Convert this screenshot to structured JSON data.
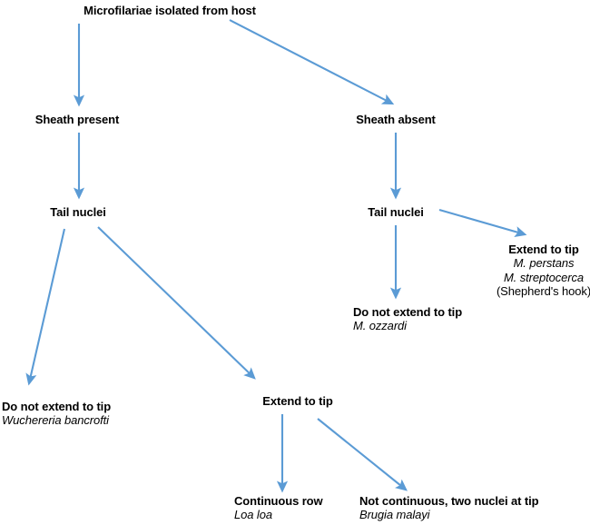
{
  "diagram": {
    "type": "flowchart",
    "orientation": "top-down",
    "accent_color": "#5b9bd5",
    "text_color": "#000000",
    "background_color": "#ffffff",
    "nodes": [
      {
        "id": "root",
        "title": "Microfilariae isolated from host",
        "species": "",
        "note": ""
      },
      {
        "id": "sheath-present",
        "title": "Sheath present",
        "species": "",
        "note": ""
      },
      {
        "id": "sheath-absent",
        "title": "Sheath absent",
        "species": "",
        "note": ""
      },
      {
        "id": "tail-nuclei-left",
        "title": "Tail nuclei",
        "species": "",
        "note": ""
      },
      {
        "id": "tail-nuclei-right",
        "title": "Tail nuclei",
        "species": "",
        "note": ""
      },
      {
        "id": "extend-to-tip-right",
        "title": "Extend to tip",
        "species": "M. perstans",
        "species2": "M. streptocerca",
        "note": "(Shepherd's hook)"
      },
      {
        "id": "not-extend-ozzardi",
        "title": "Do not extend to tip",
        "species": "M. ozzardi",
        "note": ""
      },
      {
        "id": "not-extend-bancrofti",
        "title": "Do not extend to tip",
        "species": "Wuchereria bancrofti",
        "note": ""
      },
      {
        "id": "extend-to-tip-left",
        "title": "Extend to tip",
        "species": "",
        "note": ""
      },
      {
        "id": "continuous-row",
        "title": "Continuous row",
        "species": "Loa loa",
        "note": ""
      },
      {
        "id": "not-continuous",
        "title": "Not continuous, two nuclei at tip",
        "species": "Brugia malayi",
        "note": ""
      }
    ],
    "edges": [
      {
        "id": "root-to-sheath-present",
        "from": "root",
        "to": "sheath-present"
      },
      {
        "id": "root-to-sheath-absent",
        "from": "root",
        "to": "sheath-absent"
      },
      {
        "id": "sheath-present-to-tail-nuclei",
        "from": "sheath-present",
        "to": "tail-nuclei-left"
      },
      {
        "id": "sheath-absent-to-tail-nuclei",
        "from": "sheath-absent",
        "to": "tail-nuclei-right"
      },
      {
        "id": "tail-right-to-extend",
        "from": "tail-nuclei-right",
        "to": "extend-to-tip-right"
      },
      {
        "id": "tail-right-to-not-extend",
        "from": "tail-nuclei-right",
        "to": "not-extend-ozzardi"
      },
      {
        "id": "tail-left-to-not-extend",
        "from": "tail-nuclei-left",
        "to": "not-extend-bancrofti"
      },
      {
        "id": "tail-left-to-extend",
        "from": "tail-nuclei-left",
        "to": "extend-to-tip-left"
      },
      {
        "id": "extend-to-continuous",
        "from": "extend-to-tip-left",
        "to": "continuous-row"
      },
      {
        "id": "extend-to-not-continuous",
        "from": "extend-to-tip-left",
        "to": "not-continuous"
      }
    ]
  }
}
